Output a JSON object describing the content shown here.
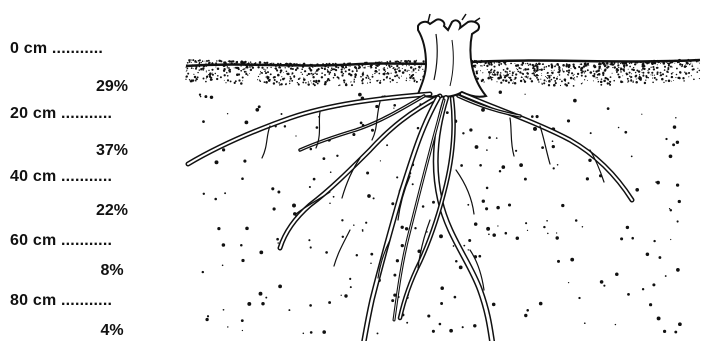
{
  "depth_scale": {
    "markers": [
      {
        "label": "0 cm ..........."
      },
      {
        "label": "20 cm ..........."
      },
      {
        "label": "40 cm ..........."
      },
      {
        "label": "60 cm ..........."
      },
      {
        "label": "80 cm ..........."
      }
    ],
    "percentages": [
      {
        "value": "29%"
      },
      {
        "value": "37%"
      },
      {
        "value": "22%"
      },
      {
        "value": "8%"
      },
      {
        "value": "4%"
      }
    ]
  },
  "illustration": {
    "ink_color": "#111111",
    "background": "#ffffff"
  }
}
